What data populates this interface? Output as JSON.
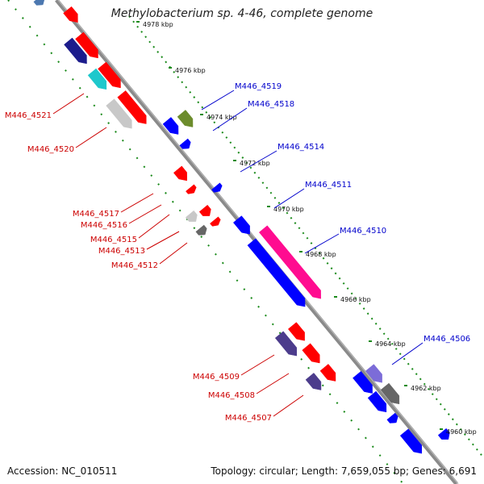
{
  "title": "Methylobacterium sp. 4-46, complete genome",
  "footer": {
    "accession": "Accession: NC_010511",
    "summary": "Topology: circular; Length: 7,659,055 bp; Genes: 6,691"
  },
  "colors": {
    "backbone": "#888888",
    "ticks": "#1a8a1a",
    "forward_label": "#0000cc",
    "reverse_label": "#cc0000",
    "red": "#ff0000",
    "blue": "#0000ff",
    "navy": "#1c1c8c",
    "cyan": "#1ec8cc",
    "silver": "#c8c8c8",
    "olive": "#6c8c2c",
    "magenta": "#ff0c90",
    "slate": "#4c3c8c",
    "lavender": "#7c6cd8",
    "gray": "#666666",
    "steelblue": "#4c78b0"
  },
  "axis": {
    "tick_labels": [
      "4978 kbp",
      "4976 kbp",
      "4974 kbp",
      "4972 kbp",
      "4970 kbp",
      "4968 kbp",
      "4966 kbp",
      "4964 kbp",
      "4962 kbp",
      "4960 kbp"
    ]
  },
  "genes": {
    "forward": [
      "M446_4519",
      "M446_4518",
      "M446_4514",
      "M446_4511",
      "M446_4510",
      "M446_4506"
    ],
    "reverse": [
      "M446_4521",
      "M446_4520",
      "M446_4517",
      "M446_4516",
      "M446_4515",
      "M446_4513",
      "M446_4512",
      "M446_4509",
      "M446_4508",
      "M446_4507"
    ]
  }
}
